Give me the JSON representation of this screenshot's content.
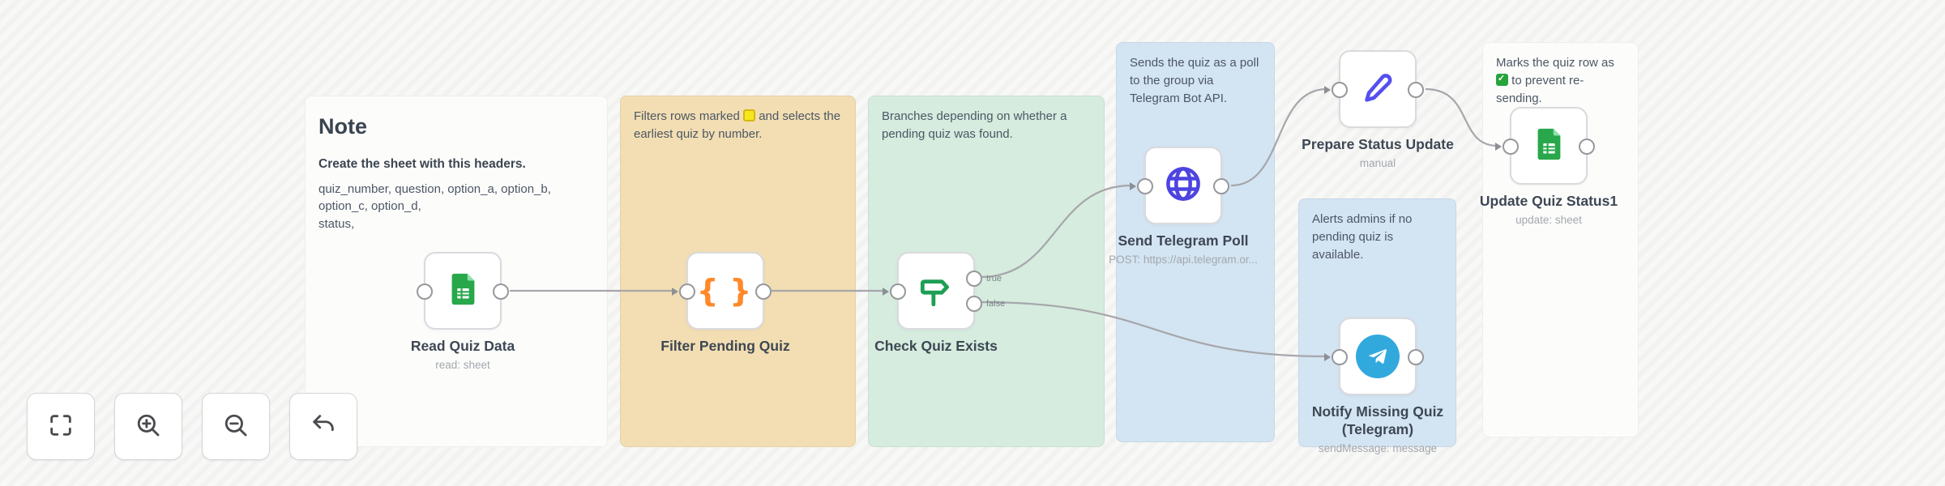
{
  "stickies": {
    "note": {
      "title": "Note",
      "bold_line": "Create the sheet with this headers.",
      "lines": [
        "quiz_number, question, option_a, option_b,",
        "option_c, option_d,",
        "status,"
      ]
    },
    "filter": {
      "text_before": "Filters rows marked",
      "emoji": "yellow-square",
      "text_after": "and selects the earliest quiz by number."
    },
    "branch": {
      "text": "Branches depending on whether a pending quiz was found."
    },
    "poll": {
      "text": "Sends the quiz as a poll to the group via Telegram Bot API."
    },
    "alert": {
      "text": "Alerts admins if no pending quiz is available."
    },
    "mark": {
      "text_before": "Marks the quiz row as",
      "emoji": "green-check",
      "text_after": "to prevent re-sending."
    }
  },
  "nodes": {
    "read": {
      "label": "Read Quiz Data",
      "subtitle": "read: sheet",
      "icon": "google-sheets-icon"
    },
    "filter": {
      "label": "Filter Pending Quiz",
      "subtitle": "",
      "icon": "code-braces-icon"
    },
    "check": {
      "label": "Check Quiz Exists",
      "subtitle": "",
      "icon": "signpost-icon",
      "outputs": {
        "true": "true",
        "false": "false"
      }
    },
    "send": {
      "label": "Send Telegram Poll",
      "subtitle": "POST: https://api.telegram.or...",
      "icon": "globe-icon"
    },
    "prepare": {
      "label": "Prepare Status Update",
      "subtitle": "manual",
      "icon": "pen-icon"
    },
    "update": {
      "label": "Update Quiz Status1",
      "subtitle": "update: sheet",
      "icon": "google-sheets-icon"
    },
    "notify": {
      "label": "Notify Missing Quiz (Telegram)",
      "subtitle": "sendMessage: message",
      "icon": "telegram-icon"
    }
  },
  "controls": {
    "fit": "fit-view-icon",
    "zoom_in": "zoom-in-icon",
    "zoom_out": "zoom-out-icon",
    "undo": "undo-icon"
  },
  "colors": {
    "sticky-white": "#fcfcfb",
    "sticky-orange": "#f2deb2",
    "sticky-green": "#d5ecde",
    "sticky-blue": "#d3e4f2",
    "sheets-green": "#28a74b",
    "sheets-fold": "#8ce0ab",
    "code-orange": "#ff8a2a",
    "switch-green": "#1e9e54",
    "http-indigo": "#4d44e0",
    "set-indigo": "#544ff0",
    "telegram-blue": "#32a9dc"
  }
}
